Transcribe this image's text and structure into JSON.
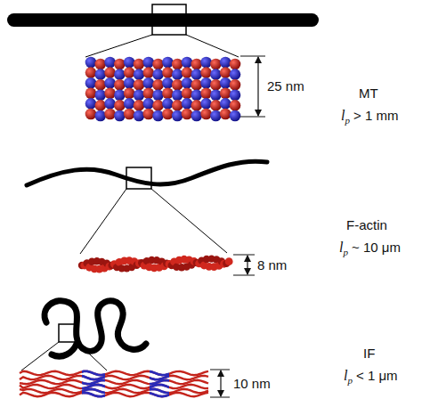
{
  "diagram": {
    "labels": [
      "MT",
      "l",
      "p",
      "> 1 mm",
      "25 nm",
      "F-actin",
      "l",
      "p",
      "~ 10 μm",
      "8 nm",
      "IF",
      "l",
      "p",
      "< 1 μm",
      "10 nm"
    ]
  }
}
